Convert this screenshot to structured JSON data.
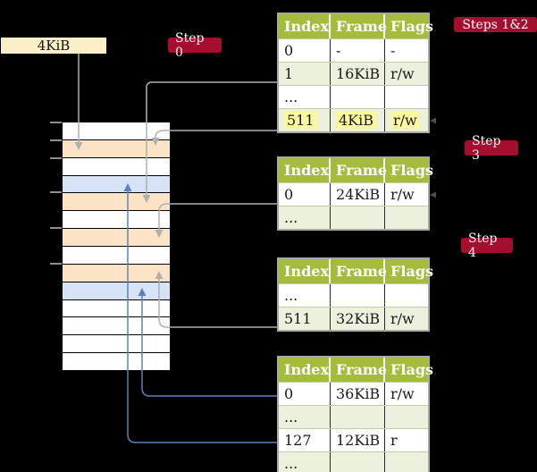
{
  "frame_label": {
    "text": "4KiB"
  },
  "badges": {
    "step0": "Step 0",
    "steps12": "Steps 1&2",
    "step3": "Step 3",
    "step4": "Step 4"
  },
  "memory_stack": {
    "row_colors": [
      "white",
      "orange",
      "white",
      "blue",
      "orange",
      "white",
      "orange",
      "white",
      "orange",
      "blue",
      "white",
      "white",
      "white",
      "white"
    ]
  },
  "tables": {
    "t1": {
      "headers": [
        "Index",
        "Frame",
        "Flags"
      ],
      "rows": [
        [
          "0",
          "-",
          "-"
        ],
        [
          "1",
          "16KiB",
          "r/w"
        ],
        [
          "...",
          "",
          ""
        ],
        [
          "511",
          "4KiB",
          "r/w"
        ]
      ]
    },
    "t2": {
      "headers": [
        "Index",
        "Frame",
        "Flags"
      ],
      "rows": [
        [
          "0",
          "24KiB",
          "r/w"
        ],
        [
          "...",
          "",
          ""
        ]
      ]
    },
    "t3": {
      "headers": [
        "Index",
        "Frame",
        "Flags"
      ],
      "rows": [
        [
          "...",
          "",
          ""
        ],
        [
          "511",
          "32KiB",
          "r/w"
        ]
      ]
    },
    "t4": {
      "headers": [
        "Index",
        "Frame",
        "Flags"
      ],
      "rows": [
        [
          "0",
          "36KiB",
          "r/w"
        ],
        [
          "...",
          "",
          ""
        ],
        [
          "127",
          "12KiB",
          "r"
        ],
        [
          "...",
          "",
          ""
        ]
      ]
    }
  },
  "colors": {
    "badge_red": "#A40E2F",
    "table_header_green": "#A3BC3C",
    "row_shade_green": "#ECF1DE",
    "frame_orange": "#FCE3C5",
    "frame_blue": "#D6E2F5",
    "highlight_yellow": "#FBF99F",
    "frame_box_cream": "#FBEFC8",
    "arrow_gray": "#B0B0B0",
    "arrow_blue": "#5F81B6"
  }
}
